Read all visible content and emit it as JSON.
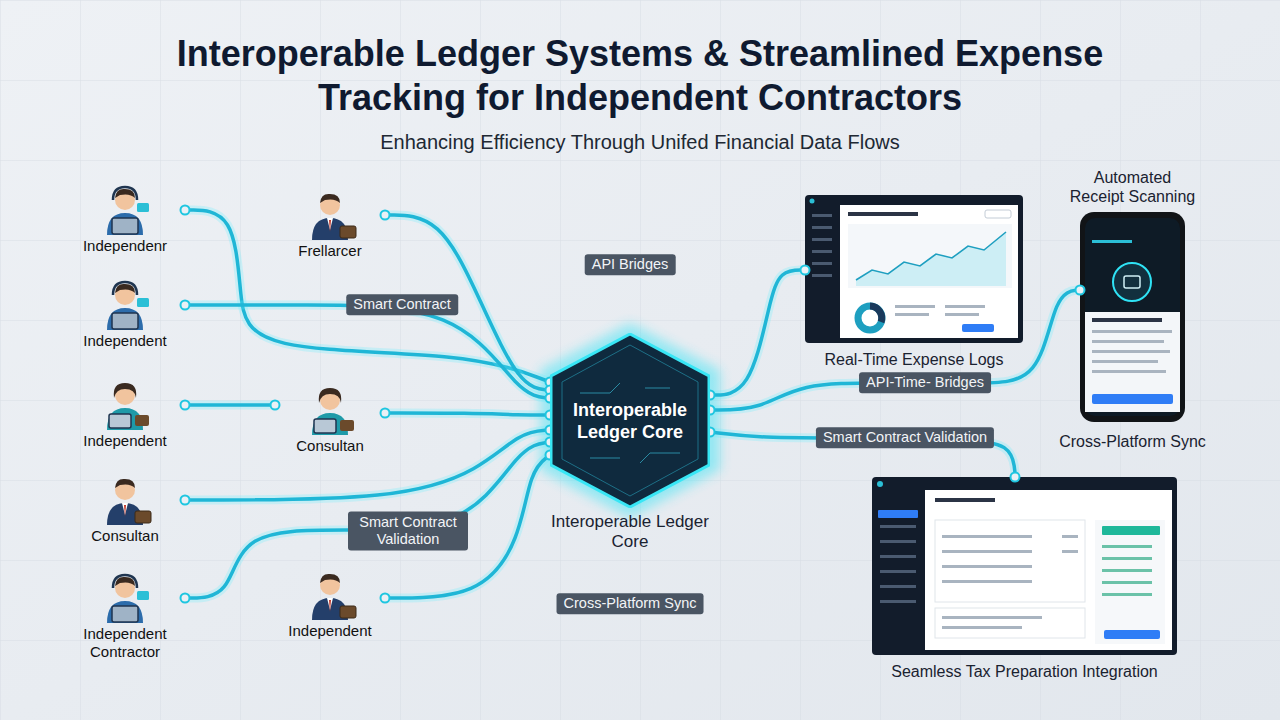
{
  "diagram": {
    "title": "Interoperable Ledger Systems & Streamlined Expense Tracking for Independent Contractors",
    "caption": "Enhancing Efficiency Through Unifed Financial Data Flows",
    "nodes": [
      {
        "text": [
          "Independenr"
        ]
      },
      {
        "text": [
          "Frellarcer"
        ]
      },
      {
        "text": [
          "Independent"
        ]
      },
      {
        "text": [
          "Independent"
        ]
      },
      {
        "text": [
          "Consultan"
        ]
      },
      {
        "text": [
          "Consultan"
        ]
      },
      {
        "text": [
          "Independent Contractor"
        ]
      },
      {
        "text": [
          "Independent"
        ]
      },
      {
        "text": [
          "Interoperable Ledger Core",
          "Interoperable Ledger Core"
        ]
      },
      {
        "text": [
          "Real-Time Expense Logs"
        ]
      },
      {
        "text": [
          "Automated Receipt Scanning",
          "Cross-Platform Sync"
        ]
      },
      {
        "text": [
          "Seamless Tax Preparation Integration"
        ]
      }
    ],
    "edges": [
      {
        "from": 0,
        "to": 8,
        "arrow": "none"
      },
      {
        "from": 1,
        "to": 8,
        "arrow": "none"
      },
      {
        "from": 2,
        "to": 8,
        "label": "Smart Contract",
        "arrow": "none"
      },
      {
        "from": 3,
        "to": 4,
        "arrow": "none"
      },
      {
        "from": 4,
        "to": 8,
        "arrow": "none"
      },
      {
        "from": 5,
        "to": 8,
        "arrow": "none"
      },
      {
        "from": 6,
        "to": 8,
        "label": "Smart Contract Validation",
        "arrow": "none"
      },
      {
        "from": 7,
        "to": 8,
        "arrow": "none"
      },
      {
        "from": 8,
        "to": 9,
        "arrow": "none"
      },
      {
        "from": 8,
        "to": 10,
        "label": "API-Time- Bridges",
        "arrow": "none"
      },
      {
        "from": 8,
        "to": 11,
        "label": "Smart Contract Validation",
        "arrow": "none"
      }
    ],
    "labels": [
      "API Bridges",
      "Cross-Platform Sync"
    ]
  }
}
